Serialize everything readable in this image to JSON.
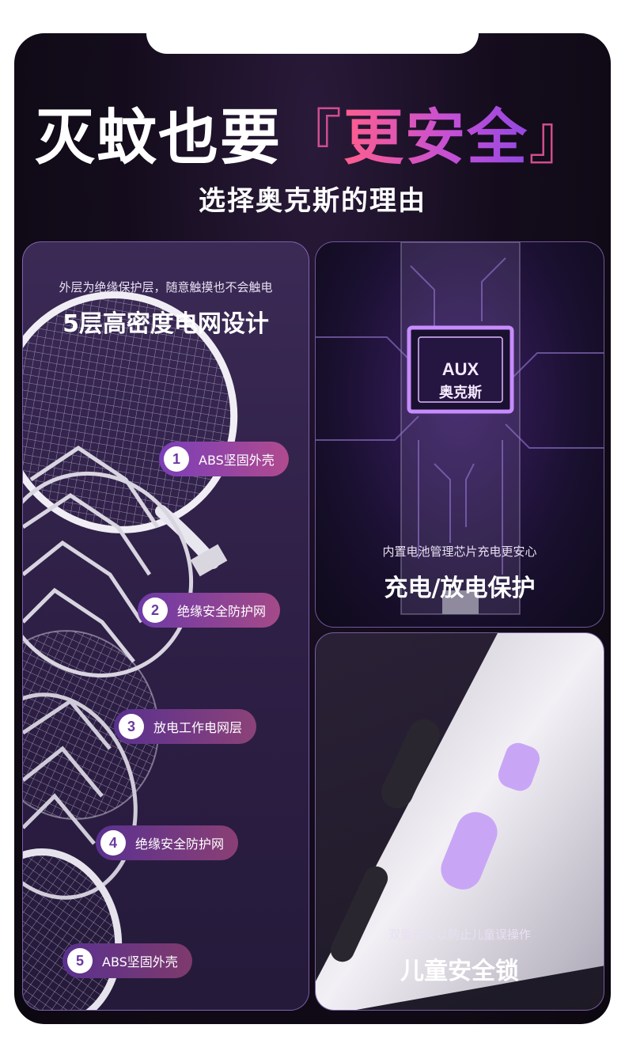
{
  "headline": {
    "main": "灭蚊也要",
    "open_bracket": "『",
    "accent": "更安全",
    "close_bracket": "』"
  },
  "subhead": "选择奥克斯的理由",
  "left_card": {
    "caption_small": "外层为绝缘保护层，随意触摸也不会触电",
    "caption_big": "5层高密度电网设计",
    "layers": [
      {
        "num": "1",
        "label": "ABS坚固外壳"
      },
      {
        "num": "2",
        "label": "绝缘安全防护网"
      },
      {
        "num": "3",
        "label": "放电工作电网层"
      },
      {
        "num": "4",
        "label": "绝缘安全防护网"
      },
      {
        "num": "5",
        "label": "ABS坚固外壳"
      }
    ]
  },
  "chip_card": {
    "chip_brand": "AUX",
    "chip_brand_cn": "奥克斯",
    "caption_small": "内置电池管理芯片充电更安心",
    "caption_big": "充电/放电保护"
  },
  "lock_card": {
    "caption_small": "双重开关以防止儿童误操作",
    "caption_big": "儿童安全锁"
  },
  "colors": {
    "accent_pink": "#ff5e8c",
    "accent_purple": "#9448e0",
    "background": "#140c1c"
  }
}
